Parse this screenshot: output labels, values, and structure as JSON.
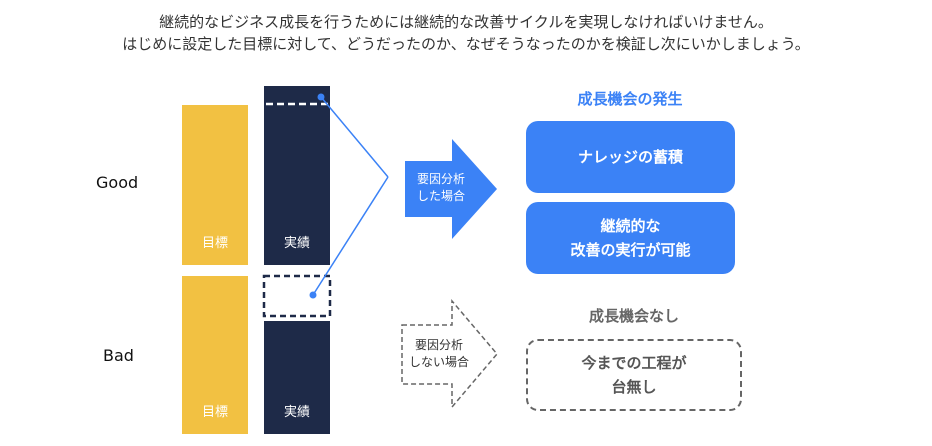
{
  "intro": {
    "line1": "継続的なビジネス成長を行うためには継続的な改善サイクルを実現しなければいけません。",
    "line2": "はじめに設定した目標に対して、どうだったのか、なぜそうなったのかを検証し次にいかしましょう。"
  },
  "rows": {
    "good_label": "Good",
    "bad_label": "Bad"
  },
  "bars": {
    "target_label": "目標",
    "actual_label": "実績"
  },
  "arrows": {
    "analyzed_label": "要因分析\nした場合",
    "not_analyzed_label": "要因分析\nしない場合"
  },
  "outcome_good": {
    "heading": "成長機会の発生",
    "box1": "ナレッジの蓄積",
    "box2": "継続的な\n改善の実行が可能"
  },
  "outcome_bad": {
    "heading": "成長機会なし",
    "box": "今までの工程が\n台無し"
  },
  "colors": {
    "target": "#f2c142",
    "actual": "#1e2a48",
    "accent": "#3b82f6",
    "heading_blue": "#3b82f6",
    "heading_gray": "#666666"
  }
}
